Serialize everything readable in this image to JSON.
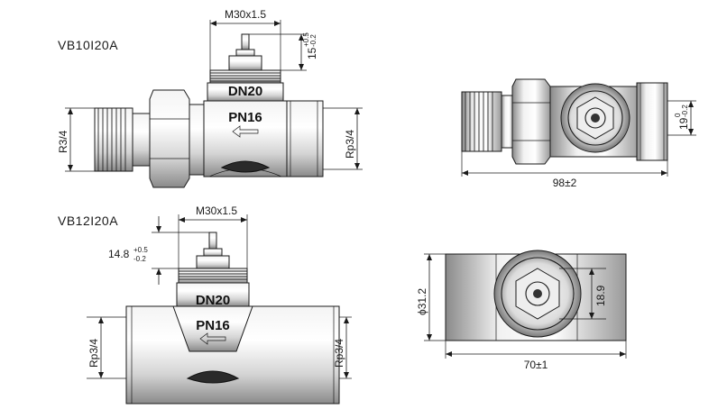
{
  "models": {
    "top": "VB10I20A",
    "bottom": "VB12I20A"
  },
  "markings": {
    "dn": "DN20",
    "pn": "PN16"
  },
  "top_view": {
    "thread_dim": "M30x1.5",
    "height_main": "15",
    "height_tol_upper": "+0.5",
    "height_tol_lower": "-0.2",
    "inlet_thread": "R3/4",
    "outlet_thread": "Rp3/4"
  },
  "top_right_view": {
    "height_main": "19",
    "height_tol_upper": "0",
    "height_tol_lower": "-0.2",
    "length": "98±2"
  },
  "bottom_view": {
    "thread_dim": "M30x1.5",
    "height_main": "14.8",
    "height_tol_upper": "+0.5",
    "height_tol_lower": "-0.2",
    "inlet_thread": "Rp3/4",
    "outlet_thread": "Rp3/4"
  },
  "bottom_right_view": {
    "diameter": "ϕ31.2",
    "inner": "18.9",
    "length": "70±1"
  }
}
